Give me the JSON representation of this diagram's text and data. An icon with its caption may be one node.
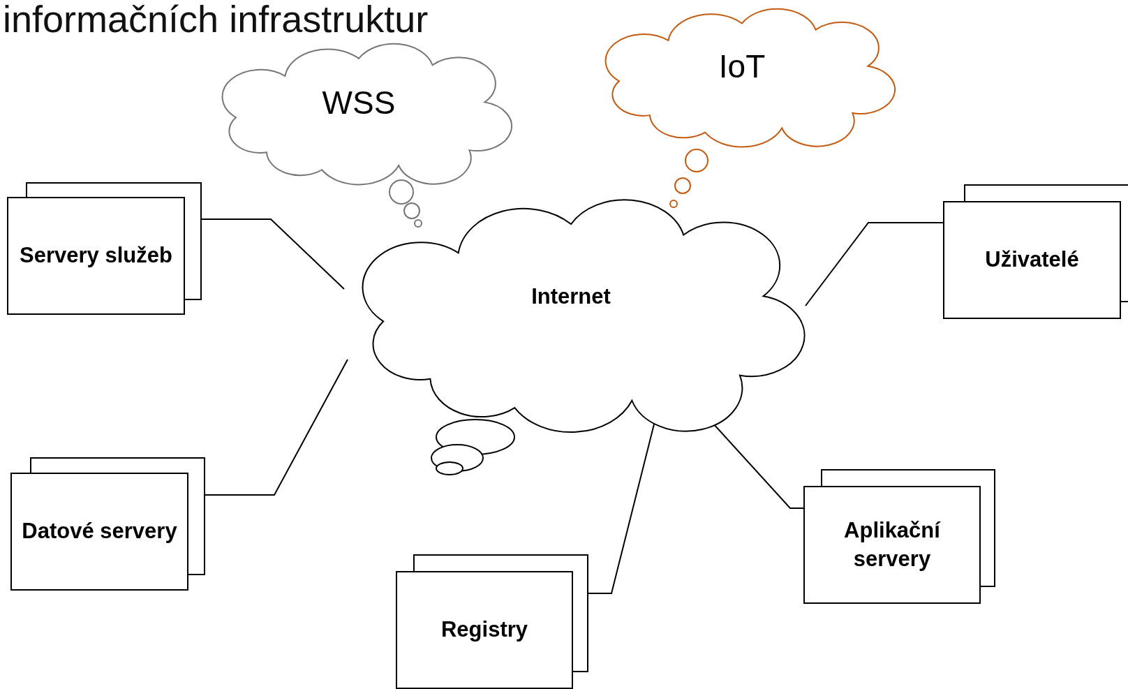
{
  "diagram": {
    "title": "informačních infrastruktur",
    "nodes": [
      {
        "text": [
          "WSS"
        ]
      },
      {
        "text": [
          "IoT"
        ]
      },
      {
        "text": [
          "Servery služeb"
        ]
      },
      {
        "text": [
          "Internet"
        ]
      },
      {
        "text": [
          "Uživatelé"
        ]
      },
      {
        "text": [
          "Datové servery"
        ]
      },
      {
        "text": [
          "Aplikační servery"
        ]
      },
      {
        "text": [
          "Registry"
        ]
      }
    ],
    "edges": [
      {
        "from": 2,
        "to": 3,
        "arrow": "none"
      },
      {
        "from": 4,
        "to": 3,
        "arrow": "none"
      },
      {
        "from": 5,
        "to": 3,
        "arrow": "none"
      },
      {
        "from": 6,
        "to": 3,
        "arrow": "none"
      },
      {
        "from": 7,
        "to": 3,
        "arrow": "none"
      }
    ]
  }
}
